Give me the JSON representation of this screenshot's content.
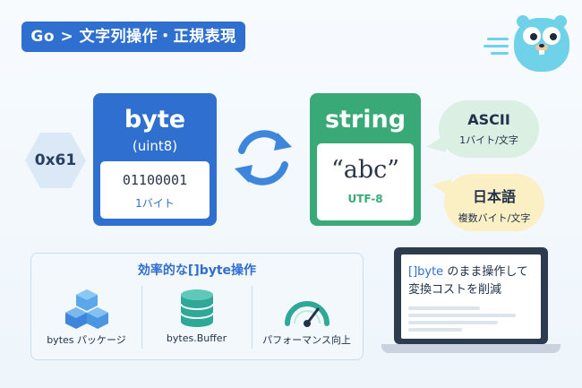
{
  "title": "Go > 文字列操作・正規表現",
  "hex_value": "0x61",
  "byte_card": {
    "title": "byte",
    "subtitle": "(uint8)",
    "value": "01100001",
    "size": "1バイト"
  },
  "string_card": {
    "title": "string",
    "value": "“abc”",
    "encoding": "UTF-8"
  },
  "ascii_bubble": {
    "title": "ASCII",
    "desc": "1バイト/文字"
  },
  "japanese_bubble": {
    "title": "日本語",
    "desc": "複数バイト/文字"
  },
  "efficient_panel": {
    "title": "効率的な[]byte操作",
    "items": [
      {
        "label": "bytes パッケージ",
        "icon": "cubes-icon"
      },
      {
        "label": "bytes.Buffer",
        "icon": "database-icon"
      },
      {
        "label": "パフォーマンス向上",
        "icon": "gauge-icon"
      }
    ]
  },
  "laptop": {
    "line1_highlight": "[]byte",
    "line1_rest": " のまま操作して",
    "line2": "変換コストを削減"
  },
  "colors": {
    "primary_blue": "#2f6fd0",
    "string_green": "#3aa978",
    "ascii_bubble": "#dcefe3",
    "japanese_bubble": "#fbefc4",
    "gopher_blue": "#6fd2e8"
  }
}
